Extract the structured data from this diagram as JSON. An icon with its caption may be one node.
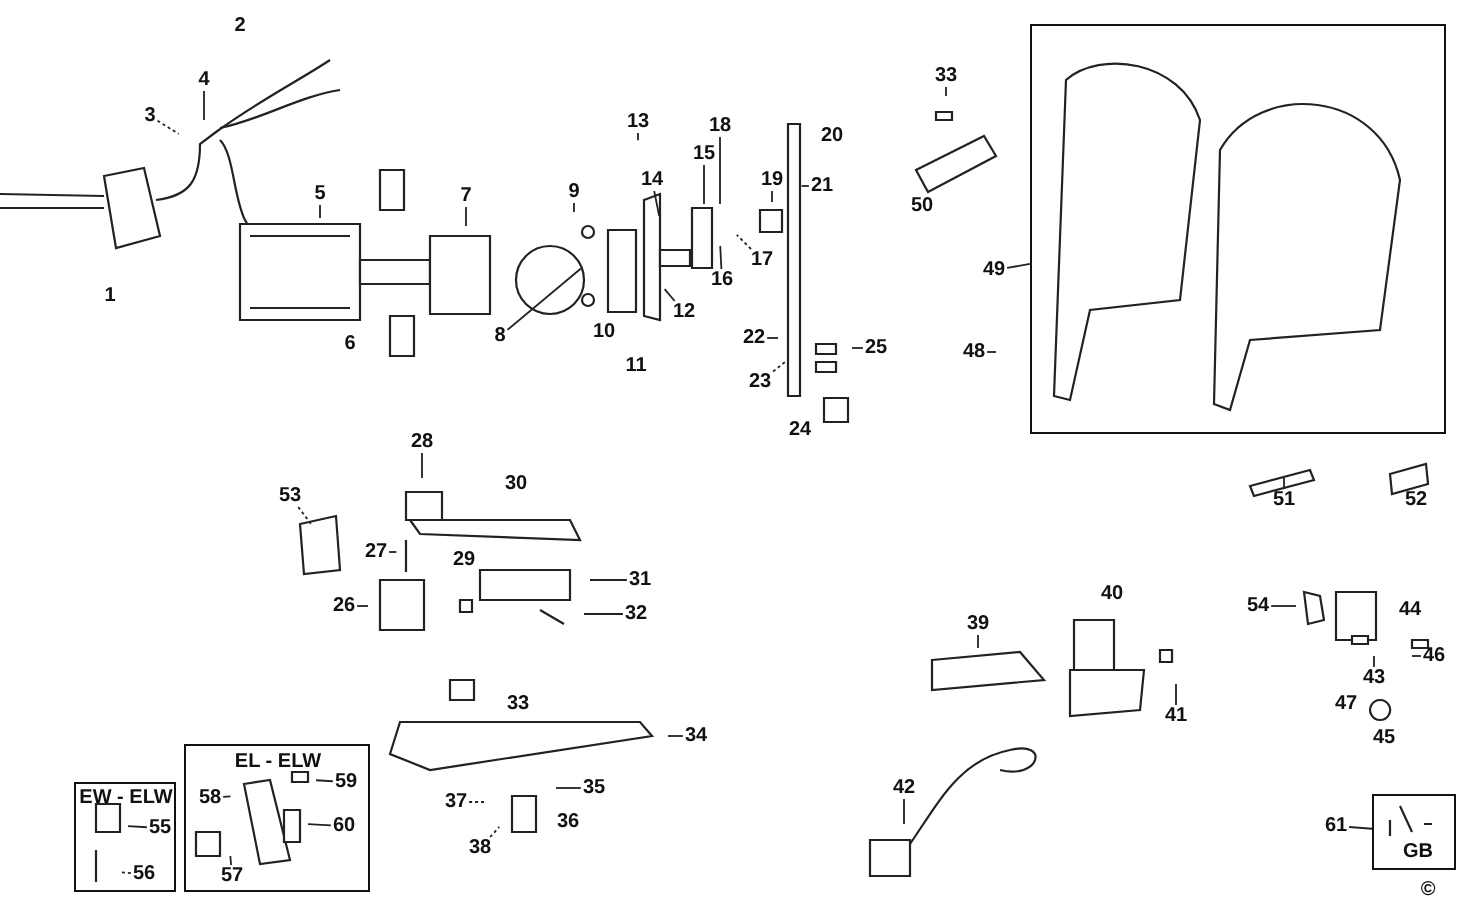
{
  "diagram": {
    "nodes": [
      {
        "text": [],
        "shape": "box"
      },
      {
        "text": [
          "3"
        ]
      },
      {
        "text": [
          "4"
        ]
      },
      {
        "text": [
          "5"
        ]
      },
      {
        "text": [
          "7"
        ]
      },
      {
        "text": [
          "8"
        ]
      },
      {
        "text": [
          "9"
        ]
      },
      {
        "text": [
          "12"
        ]
      },
      {
        "text": [
          "13"
        ]
      },
      {
        "text": [
          "14"
        ]
      },
      {
        "text": [
          "15"
        ]
      },
      {
        "text": [
          "16"
        ]
      },
      {
        "text": [
          "17"
        ]
      },
      {
        "text": [
          "18"
        ]
      },
      {
        "text": [
          "19"
        ]
      },
      {
        "text": [
          "21"
        ]
      },
      {
        "text": [
          "22"
        ]
      },
      {
        "text": [
          "23"
        ]
      },
      {
        "text": [
          "25"
        ]
      },
      {
        "text": [
          "26"
        ]
      },
      {
        "text": [
          "27"
        ]
      },
      {
        "text": [
          "28"
        ]
      },
      {
        "text": [
          "31"
        ]
      },
      {
        "text": [
          "32"
        ]
      },
      {
        "text": [
          "33"
        ]
      },
      {
        "text": [
          "34"
        ]
      },
      {
        "text": [
          "35"
        ]
      },
      {
        "text": [
          "37"
        ]
      },
      {
        "text": [
          "38"
        ]
      },
      {
        "text": [
          "39"
        ]
      },
      {
        "text": [
          "41"
        ]
      },
      {
        "text": [
          "42"
        ]
      },
      {
        "text": [
          "43"
        ]
      },
      {
        "text": [
          "46"
        ]
      },
      {
        "text": [
          "48"
        ]
      },
      {
        "text": [
          "49"
        ]
      },
      {
        "text": [
          "51"
        ]
      },
      {
        "text": [
          "53"
        ]
      },
      {
        "text": [
          "54"
        ]
      },
      {
        "text": [
          "EW - ELW"
        ]
      },
      {
        "text": [
          "55"
        ],
        "in": 39
      },
      {
        "text": [
          "56"
        ],
        "in": 39
      },
      {
        "text": [
          "EL - ELW"
        ]
      },
      {
        "text": [
          "57"
        ],
        "in": 42
      },
      {
        "text": [
          "58"
        ],
        "in": 42
      },
      {
        "text": [
          "59"
        ],
        "in": 42
      },
      {
        "text": [
          "60"
        ],
        "in": 42
      },
      {
        "text": [
          "GB"
        ]
      },
      {
        "text": [
          "61"
        ]
      }
    ],
    "edges": [
      {
        "from": 1,
        "to": null,
        "arrow": "none",
        "style": "dashed"
      },
      {
        "from": 2,
        "to": null,
        "arrow": "none"
      },
      {
        "from": 3,
        "to": null,
        "arrow": "none"
      },
      {
        "from": 4,
        "to": null,
        "arrow": "none"
      },
      {
        "from": 5,
        "to": null,
        "arrow": "none"
      },
      {
        "from": 6,
        "to": null,
        "arrow": "none"
      },
      {
        "from": 7,
        "to": null,
        "arrow": "none"
      },
      {
        "from": 8,
        "to": null,
        "arrow": "none"
      },
      {
        "from": 9,
        "to": null,
        "arrow": "none"
      },
      {
        "from": 10,
        "to": null,
        "arrow": "none"
      },
      {
        "from": 11,
        "to": null,
        "arrow": "none"
      },
      {
        "from": 12,
        "to": null,
        "arrow": "none",
        "style": "dashed"
      },
      {
        "from": 13,
        "to": null,
        "arrow": "none"
      },
      {
        "from": 14,
        "to": null,
        "arrow": "none"
      },
      {
        "from": 15,
        "to": null,
        "arrow": "none"
      },
      {
        "from": 16,
        "to": null,
        "arrow": "none"
      },
      {
        "from": 17,
        "to": null,
        "arrow": "none",
        "style": "dashed"
      },
      {
        "from": 18,
        "to": null,
        "arrow": "none"
      },
      {
        "from": 19,
        "to": null,
        "arrow": "none"
      },
      {
        "from": 20,
        "to": null,
        "arrow": "none"
      },
      {
        "from": 21,
        "to": null,
        "arrow": "none"
      },
      {
        "from": 22,
        "to": null,
        "arrow": "none"
      },
      {
        "from": 23,
        "to": null,
        "arrow": "none"
      },
      {
        "from": 24,
        "to": null,
        "arrow": "none"
      },
      {
        "from": 25,
        "to": null,
        "arrow": "none"
      },
      {
        "from": 26,
        "to": null,
        "arrow": "none"
      },
      {
        "from": 27,
        "to": null,
        "arrow": "none",
        "style": "dashed"
      },
      {
        "from": 28,
        "to": null,
        "arrow": "none",
        "style": "dashed"
      },
      {
        "from": 29,
        "to": null,
        "arrow": "none"
      },
      {
        "from": 30,
        "to": null,
        "arrow": "none"
      },
      {
        "from": 31,
        "to": null,
        "arrow": "none"
      },
      {
        "from": 32,
        "to": null,
        "arrow": "none"
      },
      {
        "from": 33,
        "to": null,
        "arrow": "none"
      },
      {
        "from": 34,
        "to": null,
        "arrow": "none"
      },
      {
        "from": 35,
        "to": 0,
        "arrow": "none"
      },
      {
        "from": 36,
        "to": null,
        "arrow": "none"
      },
      {
        "from": 37,
        "to": null,
        "arrow": "none",
        "style": "dashed"
      },
      {
        "from": 38,
        "to": null,
        "arrow": "none"
      },
      {
        "from": 40,
        "to": null,
        "arrow": "none"
      },
      {
        "from": 41,
        "to": null,
        "arrow": "none",
        "style": "dashed"
      },
      {
        "from": 43,
        "to": null,
        "arrow": "none"
      },
      {
        "from": 44,
        "to": null,
        "arrow": "none"
      },
      {
        "from": 45,
        "to": null,
        "arrow": "none"
      },
      {
        "from": 46,
        "to": null,
        "arrow": "none"
      },
      {
        "from": 48,
        "to": 47,
        "arrow": "none"
      }
    ],
    "labels": [
      "2",
      "1",
      "6",
      "10",
      "11",
      "20",
      "24",
      "50",
      "29",
      "30",
      "52",
      "40",
      "44",
      "33",
      "47",
      "45",
      "36",
      "©"
    ]
  }
}
